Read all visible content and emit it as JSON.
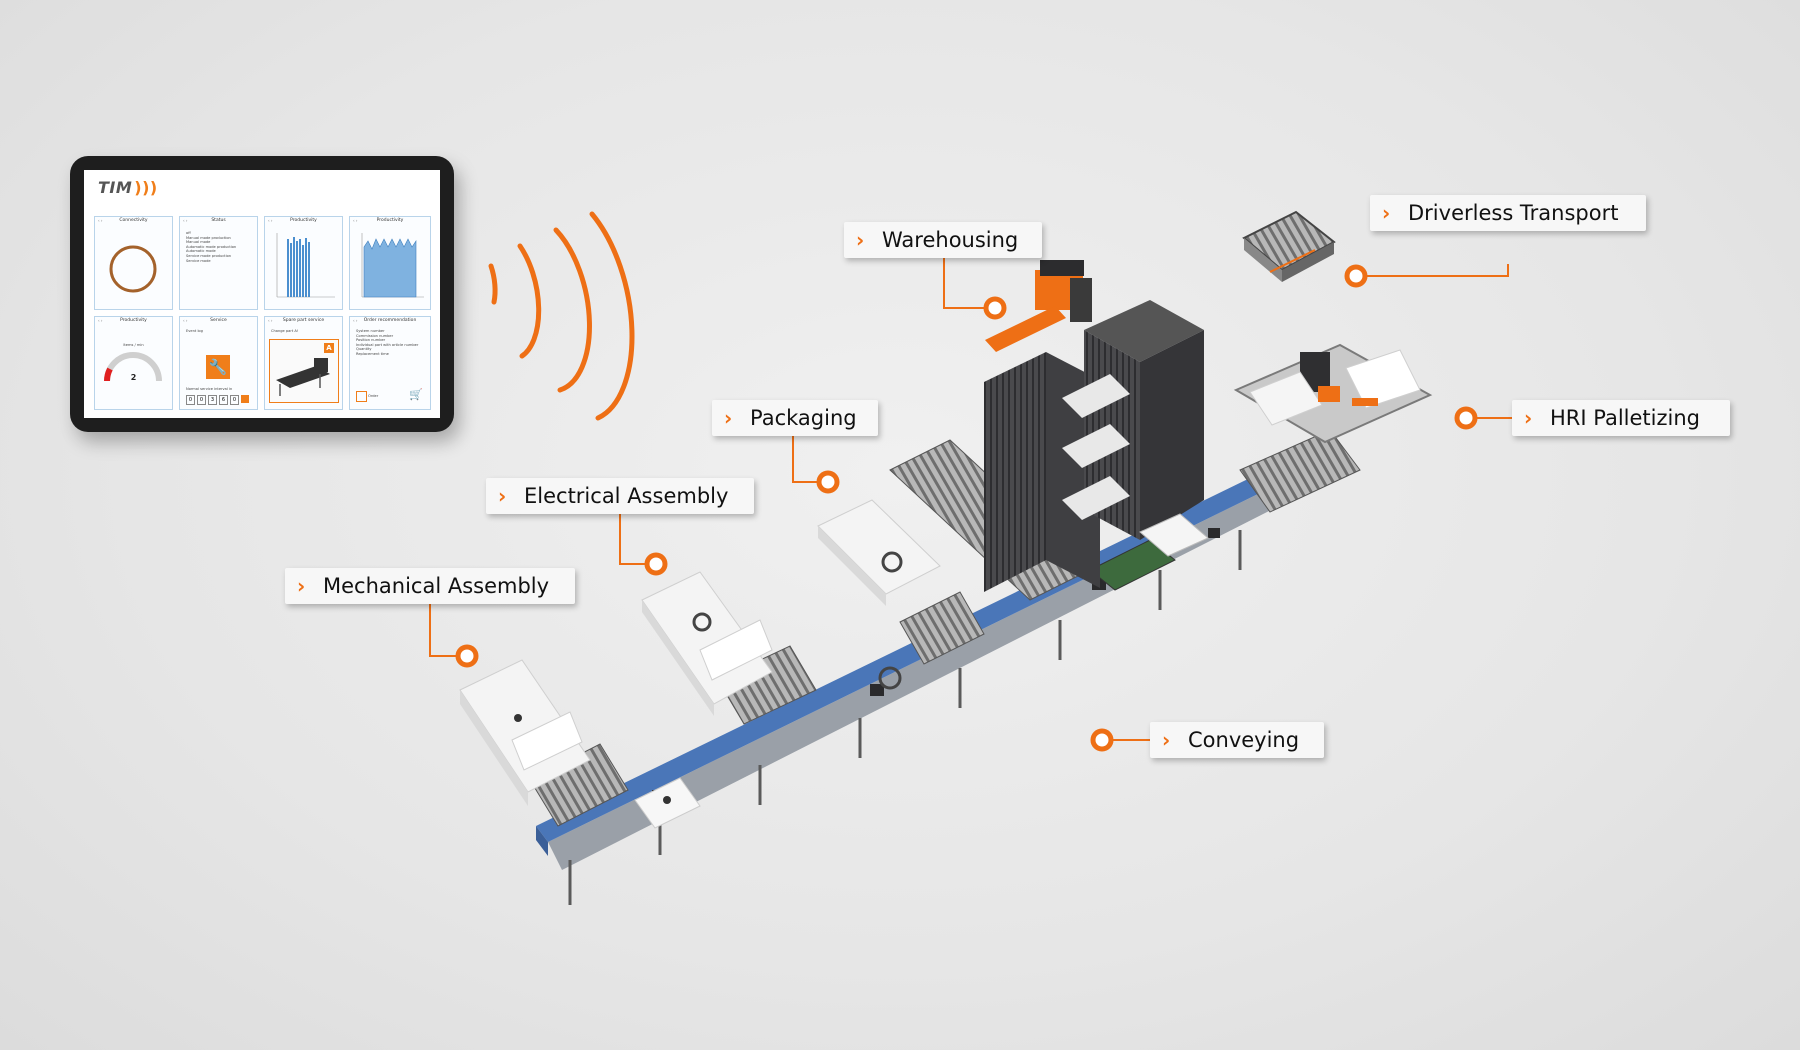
{
  "tablet": {
    "brand": "TIM",
    "brand_waves": ")))",
    "panels": [
      {
        "title": "Connectivity"
      },
      {
        "title": "Status",
        "lines": [
          "off",
          "Manual mode production",
          "Manual mode",
          "Automatic mode production",
          "Automatic mode",
          "Service mode production",
          "Service mode"
        ]
      },
      {
        "title": "Productivity"
      },
      {
        "title": "Productivity"
      },
      {
        "title": "Productivity",
        "caption": "Items / min",
        "value": "2"
      },
      {
        "title": "Service",
        "caption": "Event log",
        "footer": "Normal service interval in",
        "digits": [
          "0",
          "0",
          "3",
          "6",
          "0"
        ]
      },
      {
        "title": "Spare part service",
        "caption": "Change part A!",
        "badge": "A"
      },
      {
        "title": "Order recommendation",
        "lines": [
          "System number",
          "Commission number",
          "Position number",
          "Individual part with article number",
          "Quantity",
          "Replacement time"
        ],
        "footer": "Order"
      }
    ]
  },
  "labels": [
    {
      "name": "label-warehousing",
      "text": "Warehousing"
    },
    {
      "name": "label-driverless-transport",
      "text": "Driverless Transport"
    },
    {
      "name": "label-packaging",
      "text": "Packaging"
    },
    {
      "name": "label-hri-palletizing",
      "text": "HRI Palletizing"
    },
    {
      "name": "label-electrical-assembly",
      "text": "Electrical Assembly"
    },
    {
      "name": "label-mechanical-assembly",
      "text": "Mechanical Assembly"
    },
    {
      "name": "label-conveying",
      "text": "Conveying"
    }
  ],
  "chevron_glyph": "›",
  "colors": {
    "accent": "#ee6f15",
    "conveyor_blue": "#4a76b8",
    "frame_dark": "#3f3f42",
    "background": "#e6e6e6"
  },
  "icons": [
    "wireless-signal-icon",
    "wrench-icon",
    "cart-icon",
    "chevron-right-icon",
    "hotspot-marker-icon"
  ]
}
